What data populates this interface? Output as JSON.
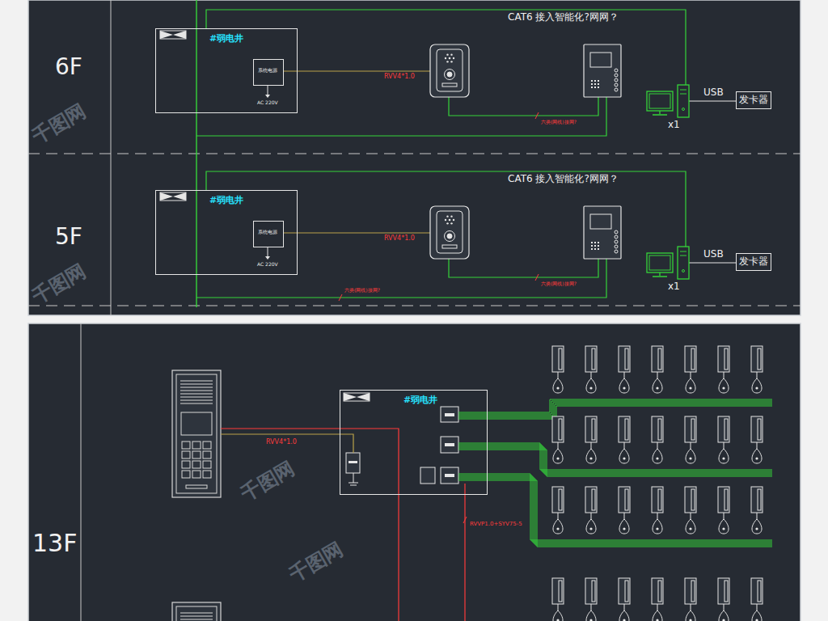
{
  "diagram": {
    "nodes": [
      {
        "text": [
          "#弱电井"
        ]
      },
      {
        "text": [
          "系统电源"
        ],
        "in": 0
      },
      {
        "text": [
          "发卡器"
        ]
      },
      {
        "text": [
          "#弱电井"
        ]
      },
      {
        "text": [
          "系统电源"
        ],
        "in": 3
      },
      {
        "text": [
          "发卡器"
        ]
      },
      {
        "text": [
          "#弱电井"
        ]
      }
    ],
    "labels": [
      "6F",
      "CAT6 接入智能化?网网？",
      "AC 220V",
      "RVV4*1.0",
      "六类(网线)接网?",
      "USB",
      "x1",
      "5F",
      "CAT6 接入智能化?网网？",
      "AC 220V",
      "RVV4*1.0",
      "六类(网线)接网?",
      "六类(网线)接网?",
      "USB",
      "x1",
      "13F",
      "RVV4*1.0",
      "RVVP1.0+SYV75-5",
      "千图网",
      "千图网",
      "千图网",
      "千图网"
    ]
  }
}
